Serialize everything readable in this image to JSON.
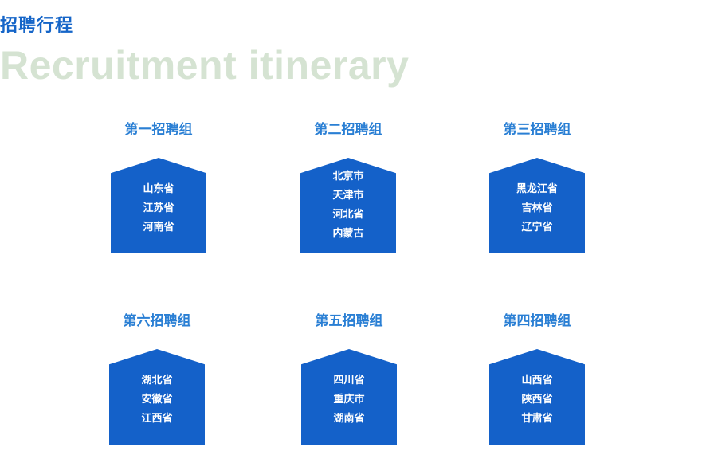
{
  "header": {
    "title_cn": "招聘行程",
    "title_en": "Recruitment itinerary"
  },
  "groups": [
    {
      "title": "第一招聘组",
      "provinces": [
        "山东省",
        "江苏省",
        "河南省"
      ]
    },
    {
      "title": "第二招聘组",
      "provinces": [
        "北京市",
        "天津市",
        "河北省",
        "内蒙古"
      ]
    },
    {
      "title": "第三招聘组",
      "provinces": [
        "黑龙江省",
        "吉林省",
        "辽宁省"
      ]
    },
    {
      "title": "第六招聘组",
      "provinces": [
        "湖北省",
        "安徽省",
        "江西省"
      ]
    },
    {
      "title": "第五招聘组",
      "provinces": [
        "四川省",
        "重庆市",
        "湖南省"
      ]
    },
    {
      "title": "第四招聘组",
      "provinces": [
        "山西省",
        "陕西省",
        "甘肃省"
      ]
    }
  ],
  "colors": {
    "accent": "#1565c8",
    "house": "#1461c9",
    "group_title": "#2a7fd4",
    "watermark": "#d5e3d2"
  }
}
